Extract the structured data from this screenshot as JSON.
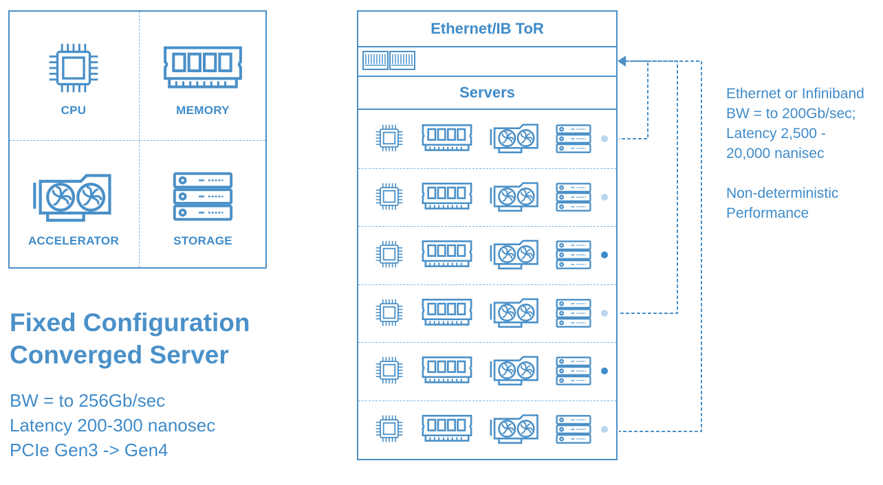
{
  "components": [
    {
      "label": "CPU",
      "icon": "cpu-icon"
    },
    {
      "label": "MEMORY",
      "icon": "memory-icon"
    },
    {
      "label": "ACCELERATOR",
      "icon": "gpu-icon"
    },
    {
      "label": "STORAGE",
      "icon": "storage-icon"
    }
  ],
  "title": {
    "line1": "Fixed Configuration",
    "line2": "Converged Server"
  },
  "specs": [
    "BW = to 256Gb/sec",
    "Latency 200-300 nanosec",
    "PCIe Gen3 -> Gen4"
  ],
  "rack": {
    "tor_label": "Ethernet/IB ToR",
    "servers_label": "Servers",
    "rows": [
      {
        "led_color": "#b9d6ee"
      },
      {
        "led_color": "#b9d6ee"
      },
      {
        "led_color": "#3f8bc9"
      },
      {
        "led_color": "#b9d6ee"
      },
      {
        "led_color": "#3f8bc9"
      },
      {
        "led_color": "#b9d6ee"
      }
    ]
  },
  "network_note": [
    "Ethernet or Infiniband",
    "BW = to 200Gb/sec;",
    "Latency 2,500 -",
    "20,000 nanisec"
  ],
  "performance_note": [
    "Non-deterministic",
    "Performance"
  ],
  "colors": {
    "primary": "#4a90c8",
    "text": "#3f8bc9",
    "dashed": "#7fb1da"
  }
}
